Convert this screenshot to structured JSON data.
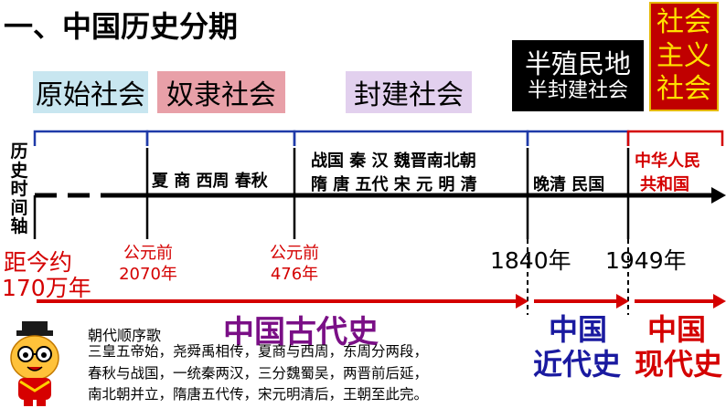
{
  "title": "一、中国历史分期",
  "stages": {
    "primitive": "原始社会",
    "slave": "奴隶社会",
    "feudal": "封建社会",
    "semi_colonial_1": "半殖民地",
    "semi_colonial_2": "半封建社会",
    "socialist": [
      "社会",
      "主义",
      "社会"
    ]
  },
  "axis_label": [
    "历",
    "史",
    "时",
    "间",
    "轴"
  ],
  "dynasties": {
    "slave": "夏 商 西周 春秋",
    "feudal_line1": "战国 秦 汉 魏晋南北朝",
    "feudal_line2": "隋 唐 五代 宋 元 明 清",
    "modern": "晚清 民国",
    "contemporary_line1": "中华人民",
    "contemporary_line2": "共和国"
  },
  "dates": {
    "start_line1": "距今约",
    "start_line2": "170万年",
    "bc2070_line1": "公元前",
    "bc2070_line2": "2070年",
    "bc476_line1": "公元前",
    "bc476_line2": "476年",
    "y1840": "1840年",
    "y1949": "1949年"
  },
  "periods": {
    "ancient": "中国古代史",
    "modern_line1": "中国",
    "modern_line2": "近代史",
    "contemporary_line1": "中国",
    "contemporary_line2": "现代史"
  },
  "poem": {
    "title": "朝代顺序歌",
    "lines": [
      "三皇五帝始，尧舜禹相传，夏商与西周，东周分两段，",
      "春秋与战国，一统秦两汉，三分魏蜀吴，两晋前后延，",
      "南北朝并立，隋唐五代传，宋元明清后，王朝至此完。"
    ]
  },
  "colors": {
    "brace_blue": "#1f3aa8",
    "brace_red": "#d40000",
    "primitive_bg": "#c8e6f0",
    "slave_bg": "#e8a0a8",
    "feudal_bg": "#e2d0ee",
    "socialist_bg": "#c00000",
    "socialist_text": "#ffe100",
    "ancient_text": "#7a0f86",
    "modern_text": "#1a1aa0",
    "red_text": "#d40000"
  },
  "icons": [
    "mascot-icon"
  ]
}
